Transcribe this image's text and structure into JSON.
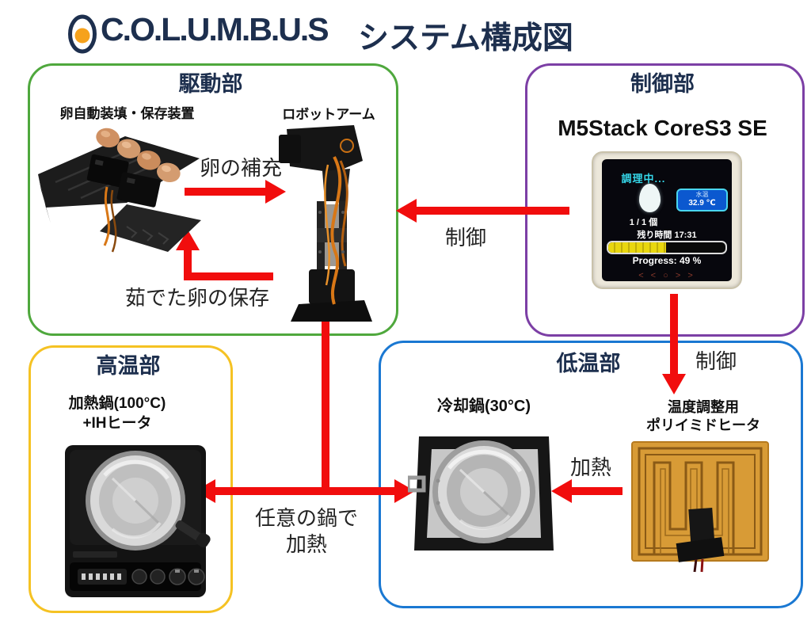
{
  "title": {
    "name": "C.O.L.U.M.B.U.S",
    "subtitle": "システム構成図"
  },
  "sections": {
    "drive": {
      "label": "駆動部",
      "egg_loader_label": "卵自動装填・保存装置",
      "robot_arm_label": "ロボットアーム"
    },
    "control": {
      "label": "制御部",
      "device_label": "M5Stack CoreS3 SE"
    },
    "hot": {
      "label": "高温部",
      "device_label_line1": "加熱鍋(100°C)",
      "device_label_line2": "+IHヒータ"
    },
    "cold": {
      "label": "低温部",
      "pot_label": "冷却鍋(30°C)",
      "heater_label_line1": "温度調整用",
      "heater_label_line2": "ポリイミドヒータ"
    }
  },
  "arrows": {
    "egg_refill": "卵の補充",
    "boiled_egg_store": "茹でた卵の保存",
    "control_to_arm": "制御",
    "control_to_heater": "制御",
    "heat": "加熱",
    "any_pot_line1": "任意の鍋で",
    "any_pot_line2": "加熱"
  },
  "m5stack_screen": {
    "status": "調理中...",
    "water_temp_label": "水温",
    "water_temp_value": "32.9 ℃",
    "egg_count": "1 / 1 個",
    "time_remaining": "残り時間 17:31",
    "progress_label": "Progress: 49 %",
    "progress_percent": 49,
    "nav_buttons": "< <  ○  > >"
  },
  "colors": {
    "navy": "#1d2f4e",
    "drive_green": "#4fa83d",
    "control_purple": "#7c3fa5",
    "hot_yellow": "#f5c223",
    "cold_blue": "#1a78d2",
    "arrow_red": "#f10d0d",
    "yolk_orange": "#f6a21c"
  }
}
